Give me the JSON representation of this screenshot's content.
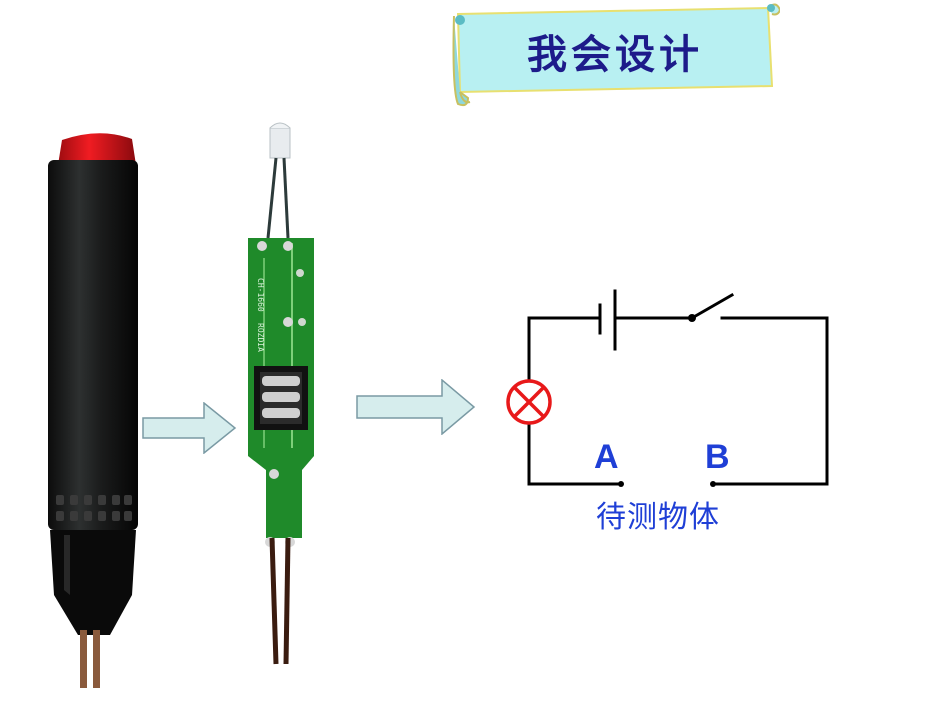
{
  "banner": {
    "title": "我会设计"
  },
  "circuit": {
    "terminal_a": "A",
    "terminal_b": "B",
    "caption": "待测物体"
  },
  "pcb": {
    "silk_1": "ROZDIA",
    "silk_2": "CH-1660"
  },
  "colors": {
    "banner_fill": "#b8f0f2",
    "banner_text": "#1d1b8a",
    "label_blue": "#1f3fd6",
    "lamp_red": "#e8191a",
    "pcb_green": "#1f8a2a",
    "arrow_fill": "#d6eded"
  }
}
